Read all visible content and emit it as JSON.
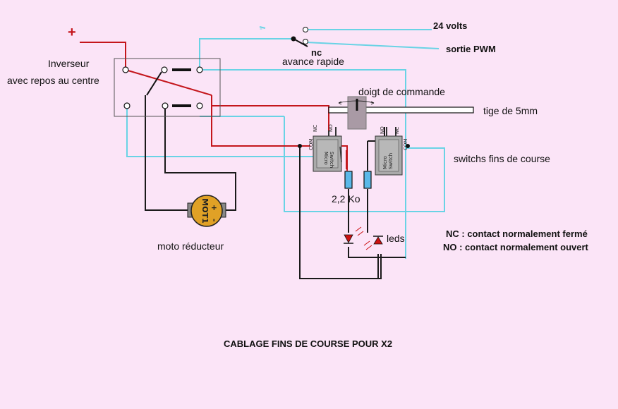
{
  "labels": {
    "plus": "+",
    "minus": "-",
    "inverseur": "Inverseur",
    "repos": "avec repos au centre",
    "volts": "24 volts",
    "pwm": "sortie PWM",
    "nc_small": "nc",
    "avance": "avance rapide",
    "doigt": "doigt de commande",
    "tige": "tige de  5mm",
    "switchs": "switchs fins de course",
    "resistance": "2,2 Ko",
    "leds": "leds",
    "moto": "moto réducteur",
    "nc_def": "NC : contact normalement fermé",
    "no_def": "NO : contact normalement ouvert",
    "caption": "CABLAGE FINS DE COURSE POUR X2"
  },
  "motor": {
    "text": "MOT1",
    "plus": "+",
    "minus": "-"
  },
  "switch_left": {
    "nc": "NC",
    "no": "NO",
    "com": "COM",
    "body1": "Micro",
    "body2": "Switch"
  },
  "switch_right": {
    "nc": "NC",
    "no": "NO",
    "com": "COM",
    "body1": "Micro",
    "body2": "Switch"
  },
  "colors": {
    "background": "#fbe4f7",
    "wire_cyan": "#69d3e5",
    "wire_red": "#c4161c",
    "wire_black": "#1a1a1a",
    "motor_body": "#e0a126",
    "resistor": "#5ab8e8",
    "led_red": "#cc1111"
  }
}
